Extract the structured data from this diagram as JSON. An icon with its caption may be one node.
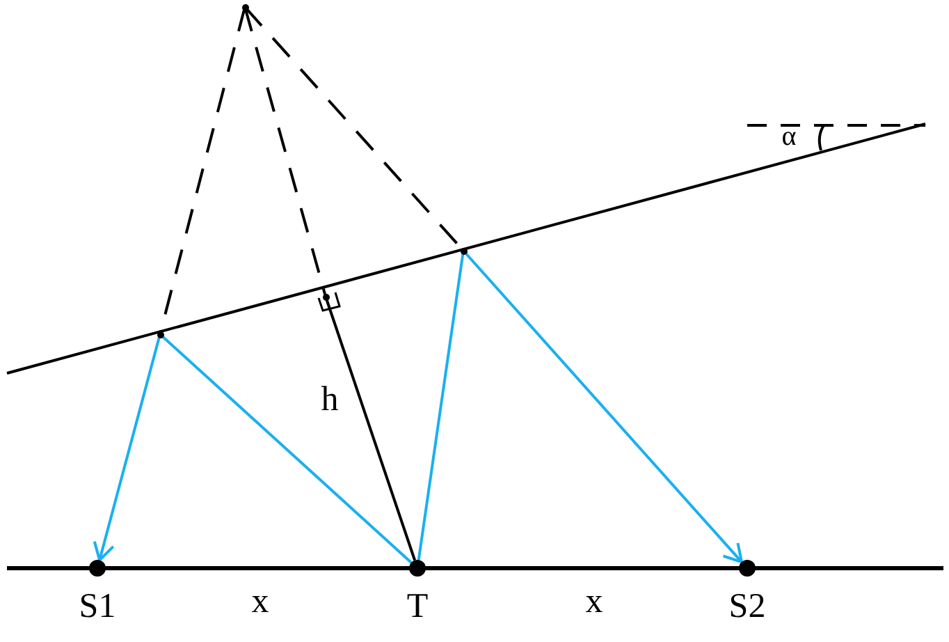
{
  "diagram": {
    "nodes": [
      {
        "text": [
          "S1"
        ]
      },
      {
        "text": [
          "T"
        ]
      },
      {
        "text": [
          "S2"
        ]
      },
      {
        "text": [],
        "shape": "point"
      },
      {
        "text": [],
        "shape": "point"
      },
      {
        "text": [],
        "shape": "point"
      },
      {
        "text": [],
        "shape": "point"
      }
    ],
    "edges": [
      {
        "from": 1,
        "to": 3,
        "arrow": "none",
        "color": "#1ab0ef"
      },
      {
        "from": 3,
        "to": 0,
        "arrow": "to",
        "color": "#1ab0ef"
      },
      {
        "from": 1,
        "to": 5,
        "arrow": "none",
        "color": "#1ab0ef"
      },
      {
        "from": 5,
        "to": 2,
        "arrow": "to",
        "color": "#1ab0ef"
      },
      {
        "from": 1,
        "to": 4,
        "arrow": "none",
        "label": "h",
        "color": "#000000"
      },
      {
        "from": 6,
        "to": 3,
        "arrow": "none",
        "style": "dashed",
        "color": "#000000"
      },
      {
        "from": 6,
        "to": 4,
        "arrow": "none",
        "style": "dashed",
        "color": "#000000"
      },
      {
        "from": 6,
        "to": 5,
        "arrow": "none",
        "style": "dashed",
        "color": "#000000"
      }
    ],
    "labels": [
      "x",
      "x",
      "α"
    ]
  }
}
